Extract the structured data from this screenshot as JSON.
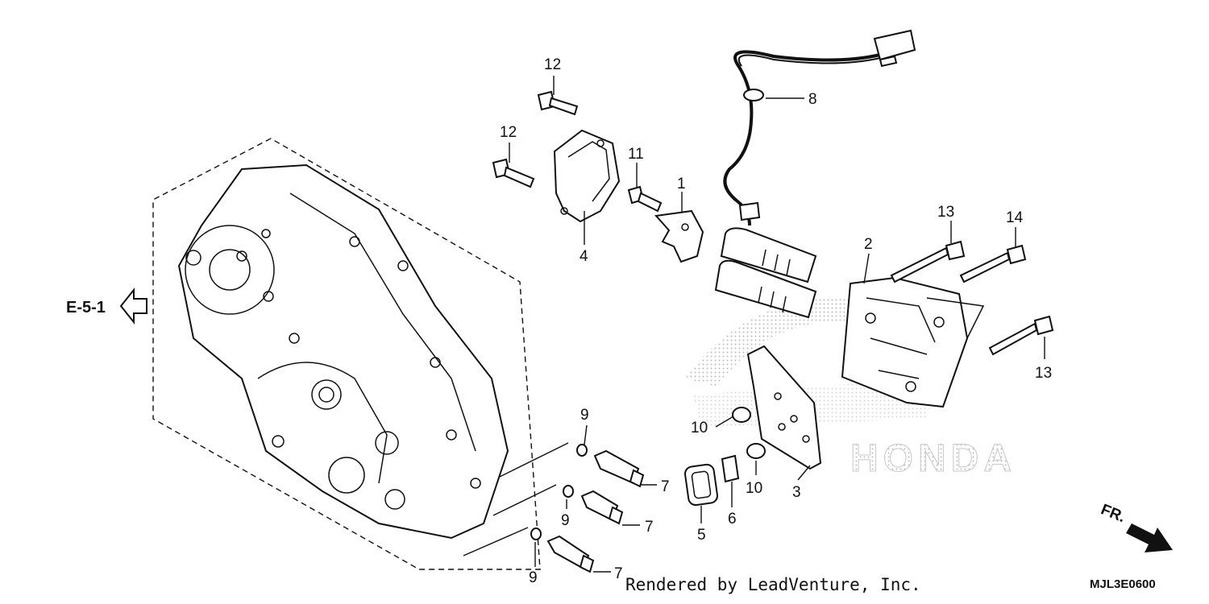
{
  "callouts": {
    "c1": "1",
    "c2": "2",
    "c3": "3",
    "c4": "4",
    "c5": "5",
    "c6": "6",
    "c7a": "7",
    "c7b": "7",
    "c7c": "7",
    "c8": "8",
    "c9a": "9",
    "c9b": "9",
    "c9c": "9",
    "c10a": "10",
    "c10b": "10",
    "c11": "11",
    "c12a": "12",
    "c12b": "12",
    "c13a": "13",
    "c13b": "13",
    "c14": "14"
  },
  "reference": "E-5-1",
  "direction": "FR.",
  "watermark": "HONDA",
  "credit": "Rendered by LeadVenture, Inc.",
  "diagram_code": "MJL3E0600"
}
